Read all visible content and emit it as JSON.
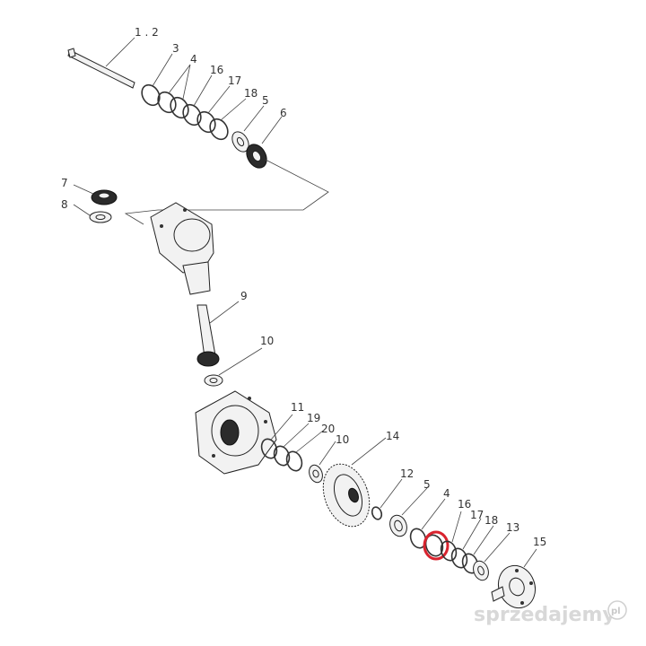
{
  "labels": {
    "l12": "1 . 2",
    "l3": "3",
    "l4a": "4",
    "l16a": "16",
    "l17a": "17",
    "l18a": "18",
    "l5a": "5",
    "l6": "6",
    "l7": "7",
    "l8": "8",
    "l9": "9",
    "l10a": "10",
    "l11": "11",
    "l19": "19",
    "l20": "20",
    "l10b": "10",
    "l14": "14",
    "l12b": "12",
    "l5b": "5",
    "l4b": "4",
    "l16b": "16",
    "l17b": "17",
    "l18b": "18",
    "l13": "13",
    "l15": "15"
  },
  "watermark": {
    "text": "sprzedajemy",
    "suffix": "pl"
  },
  "highlight_color": "#d9232e"
}
